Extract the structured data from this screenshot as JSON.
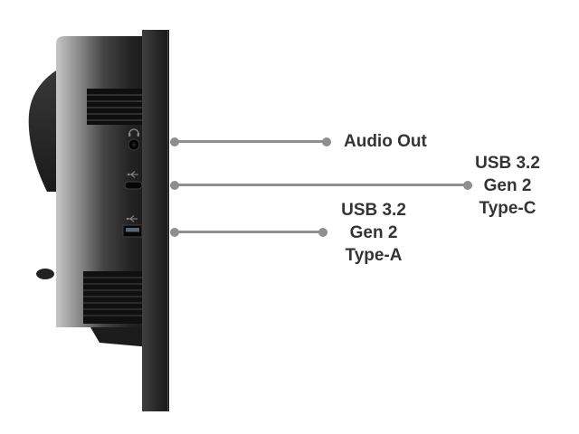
{
  "diagram": {
    "type": "monitor-side-port-callout",
    "colors": {
      "background": "#ffffff",
      "callout_line": "#8f8f8f",
      "label_text": "#343434",
      "monitor_dark": "#262626"
    },
    "callouts": [
      {
        "id": "audio-out",
        "lines": [
          "Audio Out"
        ]
      },
      {
        "id": "usb-c",
        "lines": [
          "USB 3.2",
          "Gen 2",
          "Type-C"
        ]
      },
      {
        "id": "usb-a",
        "lines": [
          "USB 3.2",
          "Gen 2",
          "Type-A"
        ]
      }
    ],
    "ports": [
      {
        "name": "audio-jack",
        "icon": "headphone-icon"
      },
      {
        "name": "usb-c-port",
        "icon": "usb-ss-icon"
      },
      {
        "name": "usb-a-port",
        "icon": "usb-ss-icon"
      }
    ]
  }
}
